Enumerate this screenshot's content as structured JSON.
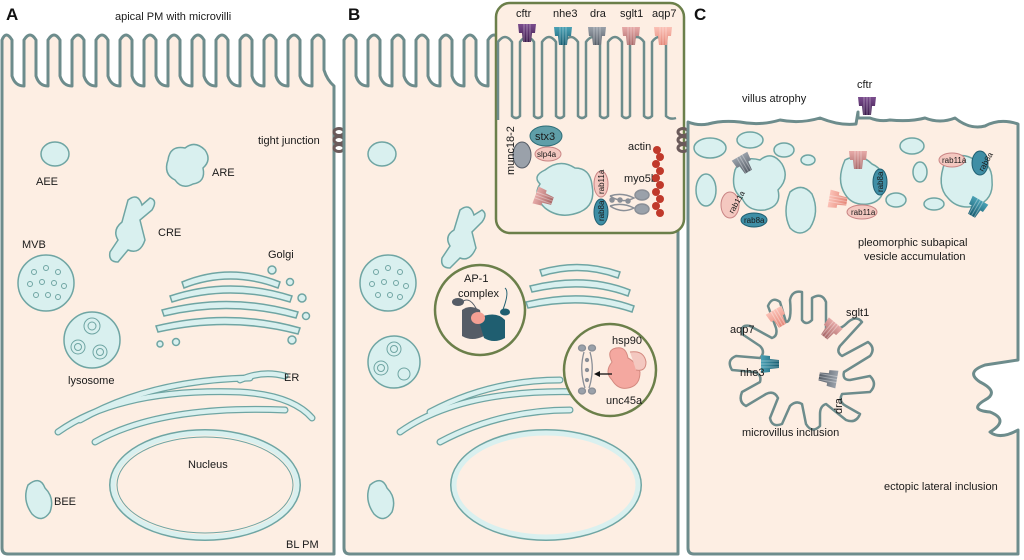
{
  "panels": {
    "a": "A",
    "b": "B",
    "c": "C"
  },
  "panel_a": {
    "apical_pm": "apical PM with microvilli",
    "aee": "AEE",
    "are": "ARE",
    "cre": "CRE",
    "mvb": "MVB",
    "golgi": "Golgi",
    "lysosome": "lysosome",
    "er": "ER",
    "nucleus": "Nucleus",
    "bee": "BEE",
    "bl_pm": "BL PM"
  },
  "tight_junction": "tight junction",
  "panel_b": {
    "transporters": [
      "cftr",
      "nhe3",
      "dra",
      "sglt1",
      "aqp7"
    ],
    "stx3": "stx3",
    "slp4a": "slp4a",
    "munc18_2": "munc18-2",
    "actin": "actin",
    "rab11a": "rab11a",
    "rab8a": "rab8a",
    "myo5b": "myo5b",
    "ap1_line1": "AP-1",
    "ap1_line2": "complex",
    "hsp90": "hsp90",
    "unc45a": "unc45a"
  },
  "panel_c": {
    "cftr": "cftr",
    "villus_atrophy": "villus atrophy",
    "rab11a": "rab11a",
    "rab8a": "rab8a",
    "pleomorphic_line1": "pleomorphic subapical",
    "pleomorphic_line2": "vesicle accumulation",
    "aqp7": "aqp7",
    "sglt1": "sglt1",
    "nhe3": "nhe3",
    "dra": "dra",
    "mvi": "microvillus inclusion",
    "ectopic": "ectopic lateral inclusion"
  },
  "colors": {
    "cell_fill": "#fdeee3",
    "membrane": "#6d8c8c",
    "organelle_fill": "#d9f0ef",
    "organelle_stroke": "#6fa5a3",
    "inset_border": "#6b7f4a",
    "cftr": "#4a2060",
    "nhe3": "#1f6f86",
    "dra": "#6c7480",
    "sglt1": "#c98484",
    "aqp7": "#f2a094",
    "rab11a": "#f4c8c0",
    "rab8a": "#3f8ea5",
    "stx3": "#5f9ea8",
    "actin": "#c0392b"
  },
  "icons": [
    "transporter-icon",
    "tight-junction-icon",
    "actin-filament-icon",
    "myosin-icon",
    "ap1-complex-icon",
    "hsp90-icon"
  ]
}
